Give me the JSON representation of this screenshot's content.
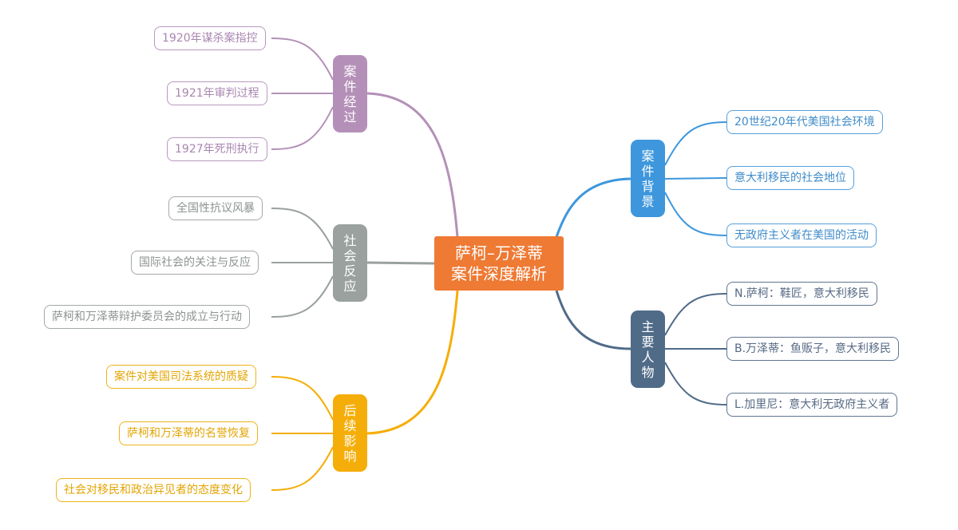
{
  "root": {
    "line1": "萨柯–万泽蒂",
    "line2": "案件深度解析"
  },
  "branches": {
    "case_process": {
      "label": "案件经过",
      "color": "#b490b8",
      "items": [
        "1920年谋杀案指控",
        "1921年审判过程",
        "1927年死刑执行"
      ]
    },
    "social_reaction": {
      "label": "社会反应",
      "color": "#9aa19e",
      "items": [
        "全国性抗议风暴",
        "国际社会的关注与反应",
        "萨柯和万泽蒂辩护委员会的成立与行动"
      ]
    },
    "aftermath": {
      "label": "后续影响",
      "color": "#f5ae09",
      "items": [
        "案件对美国司法系统的质疑",
        "萨柯和万泽蒂的名誉恢复",
        "社会对移民和政治异见者的态度变化"
      ]
    },
    "background": {
      "label": "案件背景",
      "color": "#3e97dc",
      "items": [
        "20世纪20年代美国社会环境",
        "意大利移民的社会地位",
        "无政府主义者在美国的活动"
      ]
    },
    "people": {
      "label": "主要人物",
      "color": "#506b88",
      "items": [
        "N.萨柯：鞋匠，意大利移民",
        "B.万泽蒂：鱼贩子，意大利移民",
        "L.加里尼：意大利无政府主义者"
      ]
    }
  }
}
